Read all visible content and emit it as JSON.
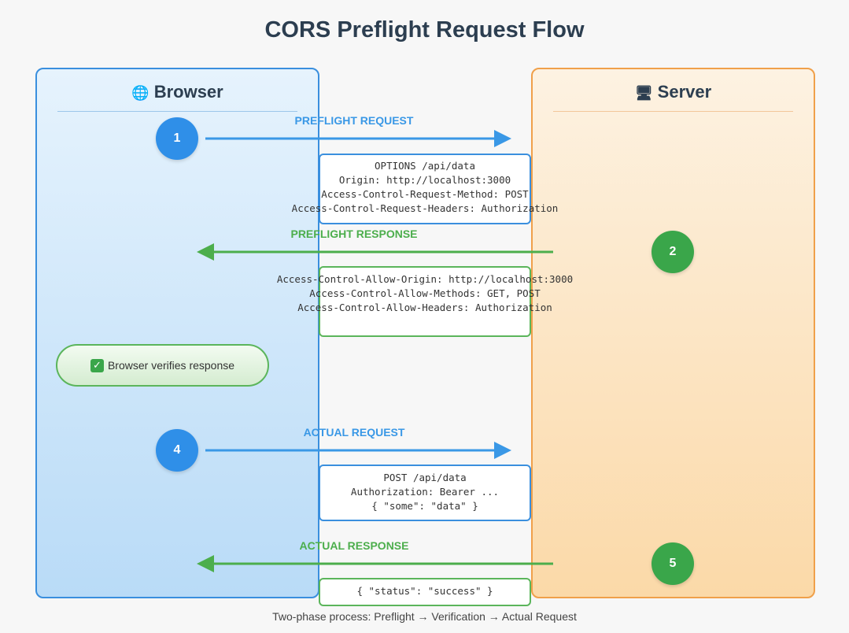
{
  "title": "CORS Preflight Request Flow",
  "lanes": {
    "browser": {
      "icon": "globe-icon",
      "label": "Browser"
    },
    "server": {
      "icon": "monitor-icon",
      "label": "Server"
    }
  },
  "steps": {
    "s1": "1",
    "s2": "2",
    "s4": "4",
    "s5": "5"
  },
  "arrows": {
    "preflight_request": "PREFLIGHT REQUEST",
    "preflight_response": "PREFLIGHT RESPONSE",
    "actual_request": "ACTUAL REQUEST",
    "actual_response": "ACTUAL RESPONSE"
  },
  "messages": {
    "preflight_request": [
      "OPTIONS /api/data",
      "Origin: http://localhost:3000",
      "Access-Control-Request-Method: POST",
      "Access-Control-Request-Headers: Authorization"
    ],
    "preflight_response": [
      "Access-Control-Allow-Origin: http://localhost:3000",
      "Access-Control-Allow-Methods: GET, POST",
      "Access-Control-Allow-Headers: Authorization"
    ],
    "actual_request": [
      "POST /api/data",
      "Authorization: Bearer ...",
      "{ \"some\": \"data\" }"
    ],
    "actual_response": [
      "{ \"status\": \"success\" }"
    ]
  },
  "verify": "Browser verifies response",
  "caption": "Two-phase process: Preflight → Verification → Actual Request",
  "colors": {
    "blue": "#2f8fe8",
    "green": "#3aa64a",
    "browser_border": "#3a8fde",
    "server_border": "#f0a04a"
  }
}
